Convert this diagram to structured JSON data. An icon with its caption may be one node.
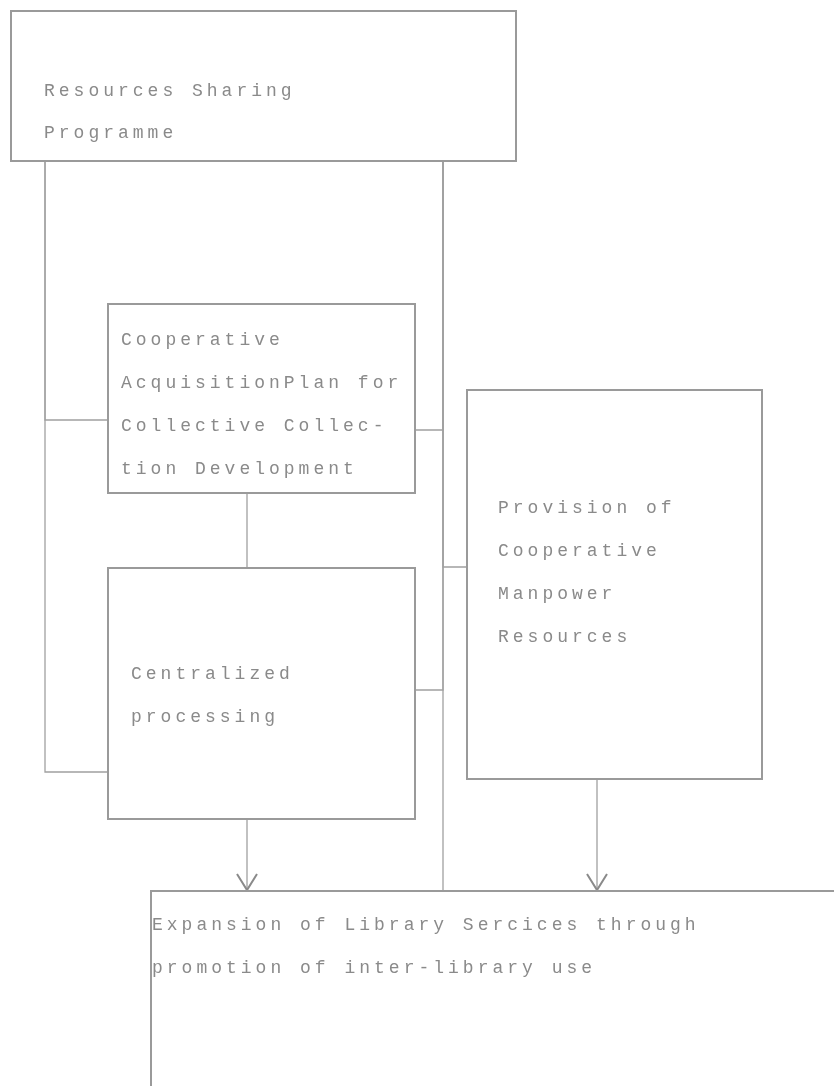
{
  "diagram": {
    "nodes": [
      {
        "text": [
          "Resources Sharing Programme"
        ]
      },
      {
        "text": [
          "Cooperative AcquisitionPlan for Collective Collec-tion Development"
        ]
      },
      {
        "text": [
          "Centralized processing"
        ]
      },
      {
        "text": [
          "Provision of Cooperative Manpower Resources"
        ]
      },
      {
        "text": [
          "Expansion of Library Sercices through promotion of inter-library use"
        ]
      }
    ],
    "edges": [
      {
        "from": 0,
        "to": 1,
        "arrow": "none"
      },
      {
        "from": 0,
        "to": 2,
        "arrow": "none"
      },
      {
        "from": 1,
        "to": 2,
        "arrow": "none"
      },
      {
        "from": 0,
        "to": 1,
        "arrow": "none"
      },
      {
        "from": 0,
        "to": 3,
        "arrow": "none"
      },
      {
        "from": 0,
        "to": 2,
        "arrow": "none"
      },
      {
        "from": 2,
        "to": 4,
        "arrow": "to"
      },
      {
        "from": 3,
        "to": 4,
        "arrow": "to"
      },
      {
        "from": 0,
        "to": 4,
        "arrow": "none"
      }
    ]
  }
}
